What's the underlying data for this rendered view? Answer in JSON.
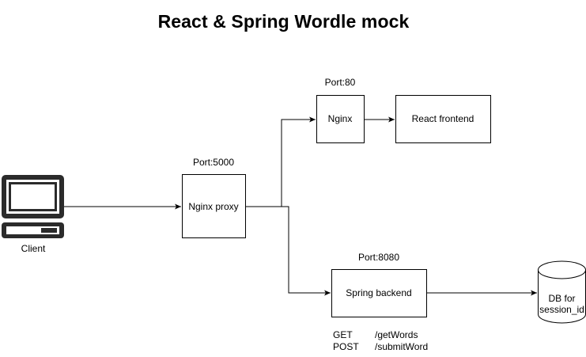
{
  "title": "React & Spring Wordle mock",
  "client": {
    "label": "Client",
    "icon": "computer-icon"
  },
  "nodes": {
    "nginx_proxy": {
      "label": "Nginx proxy",
      "port": "Port:5000"
    },
    "nginx": {
      "label": "Nginx",
      "port": "Port:80"
    },
    "react_frontend": {
      "label": "React frontend"
    },
    "spring_backend": {
      "label": "Spring backend",
      "port": "Port:8080"
    },
    "db": {
      "label_line1": "DB for",
      "label_line2": "session_id",
      "icon": "database-icon"
    }
  },
  "endpoints": [
    {
      "method": "GET",
      "path": "/getWords"
    },
    {
      "method": "POST",
      "path": "/submitWord"
    }
  ],
  "colors": {
    "stroke": "#000000",
    "client_icon": "#2b2b2b",
    "background": "#ffffff"
  }
}
